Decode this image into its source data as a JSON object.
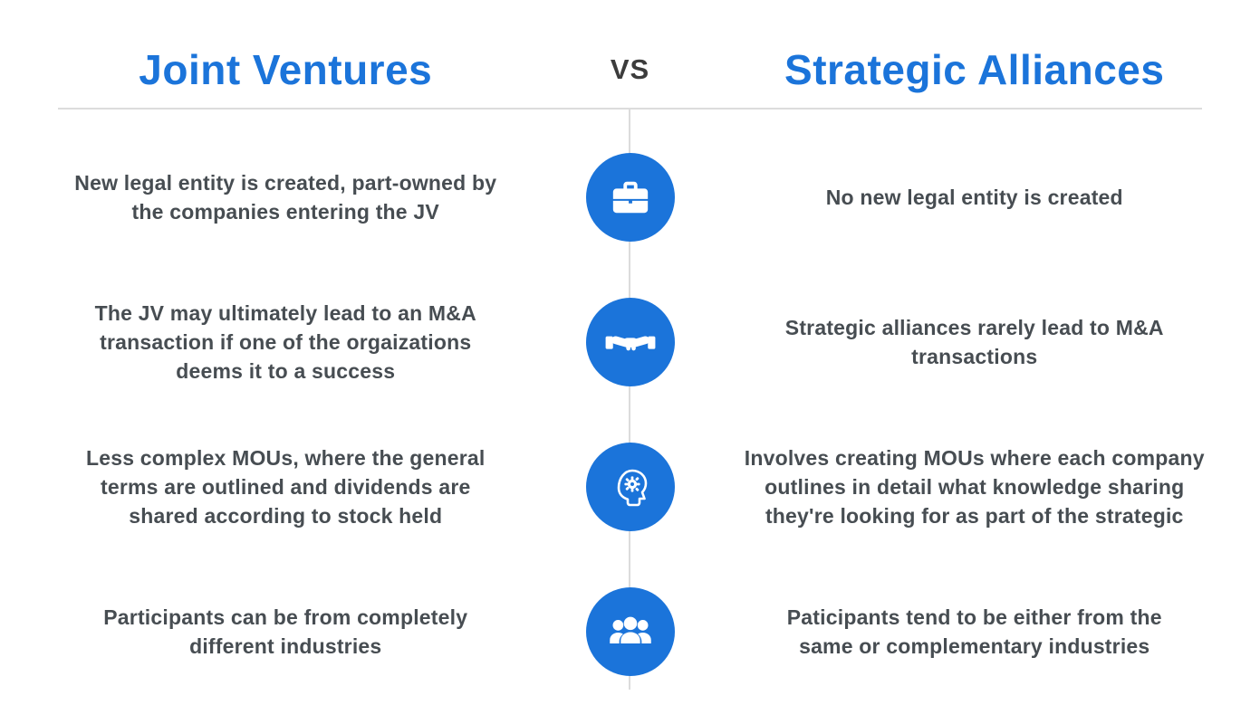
{
  "header": {
    "title_left": "Joint Ventures",
    "vs_label": "VS",
    "title_right": "Strategic Alliances"
  },
  "rows": [
    {
      "icon": "briefcase-icon",
      "left": "New legal entity is created, part-owned by the companies entering the JV",
      "right": "No new legal entity is created"
    },
    {
      "icon": "handshake-icon",
      "left": "The JV may ultimately lead to an M&A transaction if one of the orgaizations deems it to a success",
      "right": "Strategic alliances rarely lead to M&A transactions"
    },
    {
      "icon": "knowledge-head-gear-icon",
      "left": "Less complex MOUs, where the general terms are outlined and dividends are shared according to stock held",
      "right": "Involves creating MOUs where each company outlines in detail what knowledge sharing they're looking for as part of the strategic"
    },
    {
      "icon": "people-group-icon",
      "left": "Participants can be from completely different industries",
      "right": "Paticipants tend to be either from the same or complementary industries"
    }
  ],
  "colors": {
    "accent_blue": "#1B74DA",
    "text_dark": "#474D52",
    "vs_dark": "#3C3C3C",
    "divider_gray": "#DCDCDC",
    "icon_foreground": "#FFFFFF"
  }
}
